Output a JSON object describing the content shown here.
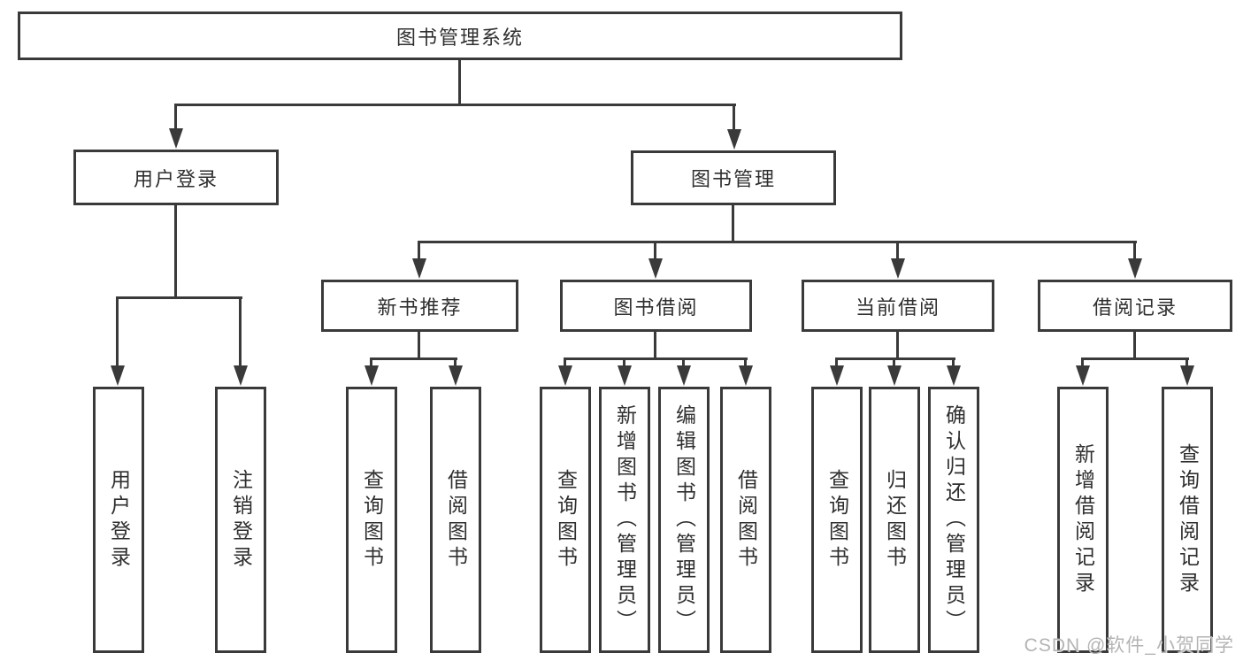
{
  "diagram": {
    "root_label": "图书管理系统",
    "level2": {
      "user_login": "用户登录",
      "book_management": "图书管理"
    },
    "level3": {
      "new_book_recommendation": "新书推荐",
      "book_borrowing": "图书借阅",
      "current_borrowing": "当前借阅",
      "borrowing_records": "借阅记录"
    },
    "leaves": {
      "user_login_children": [
        "用户登录",
        "注销登录"
      ],
      "new_book_children": [
        "查询图书",
        "借阅图书"
      ],
      "book_borrowing_children": [
        "查询图书",
        "新增图书（管理员）",
        "编辑图书（管理员）",
        "借阅图书"
      ],
      "current_borrowing_children": [
        "查询图书",
        "归还图书",
        "确认归还（管理员）"
      ],
      "borrowing_records_children": [
        "新增借阅记录",
        "查询借阅记录"
      ]
    },
    "watermark": "CSDN @软件_小贺同学"
  },
  "colors": {
    "line": "#3a3a3a",
    "text": "#2f2f2f",
    "watermark": "#b4b4b4",
    "background": "#ffffff"
  }
}
